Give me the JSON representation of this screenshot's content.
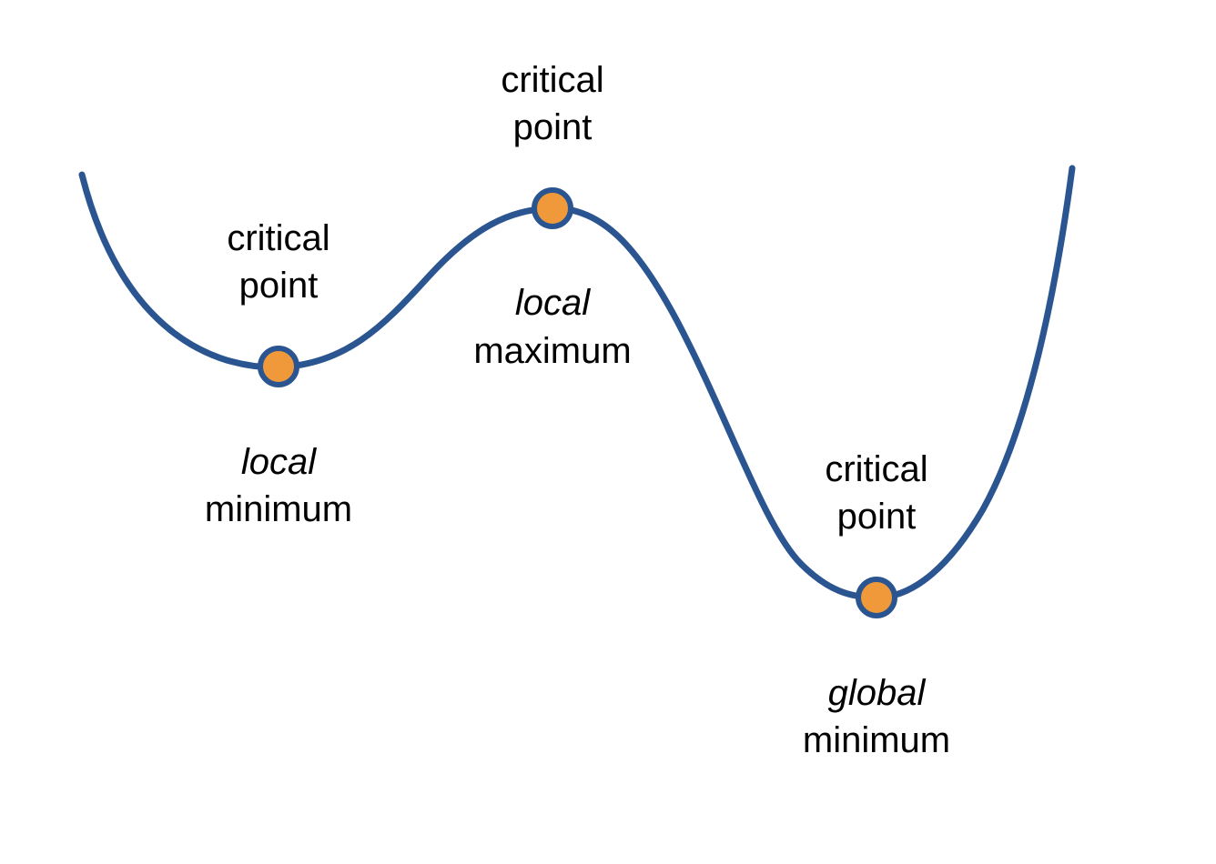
{
  "colors": {
    "curve": "#2a5590",
    "point_fill": "#f0993a",
    "point_stroke": "#2a5590",
    "text": "#000000"
  },
  "points": [
    {
      "id": "left",
      "top_line1": "critical",
      "top_line2": "point",
      "bottom_line1": "local",
      "bottom_line2": "minimum"
    },
    {
      "id": "middle",
      "top_line1": "critical",
      "top_line2": "point",
      "bottom_line1": "local",
      "bottom_line2": "maximum"
    },
    {
      "id": "right",
      "top_line1": "critical",
      "top_line2": "point",
      "bottom_line1": "global",
      "bottom_line2": "minimum"
    }
  ]
}
